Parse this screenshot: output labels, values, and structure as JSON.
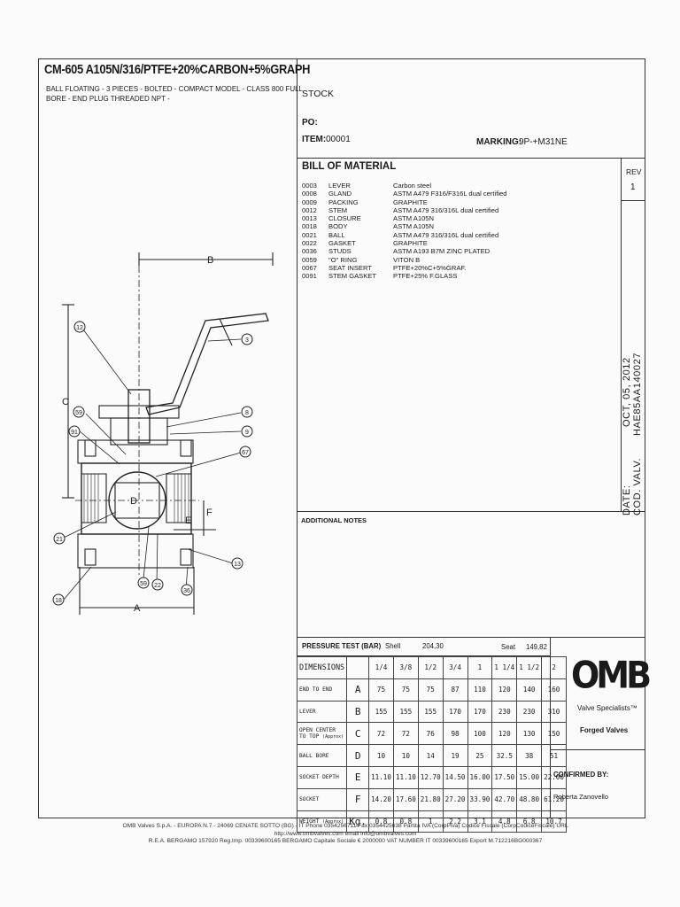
{
  "header": {
    "title": "CM-605 A105N/316/PTFE+20%CARBON+5%GRAPH",
    "subtitle_1": "BALL FLOATING - 3 PIECES - BOLTED - COMPACT MODEL - CLASS 800      FULL",
    "subtitle_2": "BORE - END PLUG THREADED NPT -"
  },
  "order": {
    "stock": "STOCK",
    "po_label": "PO:",
    "item_label": "ITEM:",
    "item_value": "00001",
    "marking_label": "MARKING:",
    "marking_value": "9P-+M31NE"
  },
  "bom": {
    "title": "BILL OF MATERIAL",
    "items": [
      {
        "code": "0003",
        "part": "LEVER",
        "material": "Carbon steel"
      },
      {
        "code": "0008",
        "part": "GLAND",
        "material": "ASTM A479 F316/F316L dual certified"
      },
      {
        "code": "0009",
        "part": "PACKING",
        "material": "GRAPHITE"
      },
      {
        "code": "0012",
        "part": "STEM",
        "material": "ASTM A479 316/316L dual certified"
      },
      {
        "code": "0013",
        "part": "CLOSURE",
        "material": "ASTM A105N"
      },
      {
        "code": "0018",
        "part": "BODY",
        "material": "ASTM A105N"
      },
      {
        "code": "0021",
        "part": "BALL",
        "material": "ASTM A479 316/316L dual certified"
      },
      {
        "code": "0022",
        "part": "GASKET",
        "material": "GRAPHITE"
      },
      {
        "code": "0036",
        "part": "STUDS",
        "material": "ASTM A193 B7M ZINC PLATED"
      },
      {
        "code": "0059",
        "part": "\"O\" RING",
        "material": "VITON B"
      },
      {
        "code": "0067",
        "part": "SEAT INSERT",
        "material": "PTFE+20%C+5%GRAF."
      },
      {
        "code": "0091",
        "part": "STEM GASKET",
        "material": "PTFE+25% F.GLASS"
      }
    ]
  },
  "revision": {
    "label": "REV",
    "value": "1"
  },
  "date_block": {
    "date_label": "DATE:",
    "date_value": "OCT, 05, 2012",
    "cod_label": "COD. VALV.",
    "cod_value": "HAE85AA140027"
  },
  "additional_notes": "ADDITIONAL NOTES",
  "pressure_test": {
    "label": "PRESSURE TEST (BAR)",
    "shell_label": "Shell",
    "shell_value": "204,30",
    "seat_label": "Seat",
    "seat_value": "149,82"
  },
  "dimensions": {
    "header": [
      "DIMENSIONS",
      "",
      "1/4",
      "3/8",
      "1/2",
      "3/4",
      "1",
      "1 1/4",
      "1 1/2",
      "2"
    ],
    "rows": [
      {
        "name": "END TO END",
        "letter": "A",
        "values": [
          "75",
          "75",
          "75",
          "87",
          "110",
          "120",
          "140",
          "160"
        ]
      },
      {
        "name": "LEVER",
        "letter": "B",
        "values": [
          "155",
          "155",
          "155",
          "170",
          "170",
          "230",
          "230",
          "310"
        ]
      },
      {
        "name": "OPEN CENTER TO TOP",
        "note": "(Approx)",
        "letter": "C",
        "values": [
          "72",
          "72",
          "76",
          "98",
          "100",
          "120",
          "130",
          "150"
        ]
      },
      {
        "name": "BALL BORE",
        "letter": "D",
        "values": [
          "10",
          "10",
          "14",
          "19",
          "25",
          "32.5",
          "38",
          "51"
        ]
      },
      {
        "name": "SOCKET DEPTH",
        "letter": "E",
        "values": [
          "11.10",
          "11.10",
          "12.70",
          "14.50",
          "16.00",
          "17.50",
          "15.00",
          "22.00"
        ]
      },
      {
        "name": "SOCKET",
        "letter": "F",
        "values": [
          "14.20",
          "17.60",
          "21.80",
          "27.20",
          "33.90",
          "42.70",
          "48.80",
          "61.20"
        ]
      },
      {
        "name": "WEIGHT",
        "note": "(Approx)",
        "letter": "Kg.",
        "values": [
          "0.8",
          "0.8",
          "1",
          "2.2",
          "3.1",
          "4.8",
          "6.8",
          "10.7"
        ]
      }
    ]
  },
  "brand": {
    "logo": "OMB",
    "tagline": "Valve Specialists™",
    "product": "Forged Valves"
  },
  "confirmation": {
    "label": "CONFIRMED BY:",
    "name": "Roberta Zanovello"
  },
  "drawing": {
    "letters": {
      "a": "A",
      "b": "B",
      "c": "C",
      "d": "D",
      "e": "E",
      "f": "F"
    },
    "callouts": [
      "12",
      "3",
      "8",
      "9",
      "59",
      "91",
      "67",
      "21",
      "13",
      "59",
      "22",
      "36",
      "18"
    ]
  },
  "footer": {
    "line1": "OMB Valves S.p.A. - EUROPA N.7 - 24069 CENATE SOTTO (BG) - IT Phone 0354256711 Fax 0354425638 Partita IVA  (CorpPiva) Codice Fiscale  (CorpCodiceFiscale) URL http://www.ombvalves.com email info@ombvalves.com",
    "line2": "R.E.A. BERGAMO 157920 Reg.Imp. 00339600165 BERGAMO Capitale Sociale € 2000000 VAT NUMBER IT 00339600165 Export M.712216BG000367"
  }
}
